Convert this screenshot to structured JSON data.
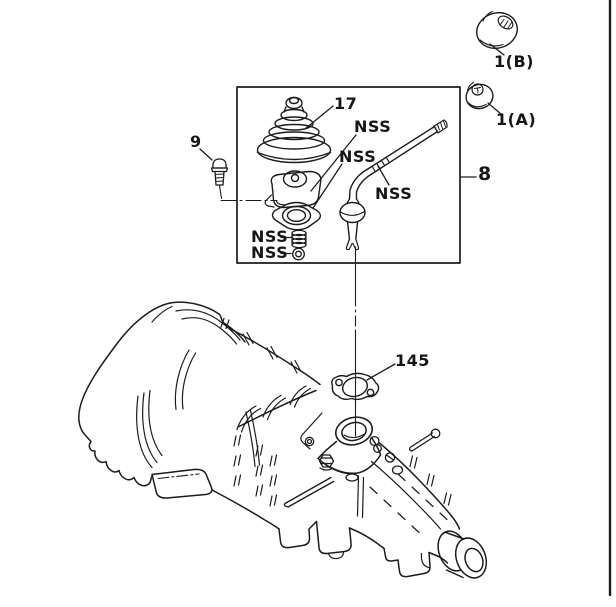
{
  "diagram": {
    "type": "exploded-parts-diagram",
    "subject": "manual-transmission-gear-shift-lever",
    "colors": {
      "line": "#1c1c1c",
      "background": "#ffffff"
    },
    "callouts": {
      "boot": "17",
      "nss_plate": "NSS",
      "nss_flange": "NSS",
      "nss_lever": "NSS",
      "nss_spring": "NSS",
      "nss_nut": "NSS",
      "bolt": "9",
      "lever_assembly": "8",
      "knob_b": "1(B)",
      "knob_a": "1(A)",
      "gasket": "145"
    }
  }
}
